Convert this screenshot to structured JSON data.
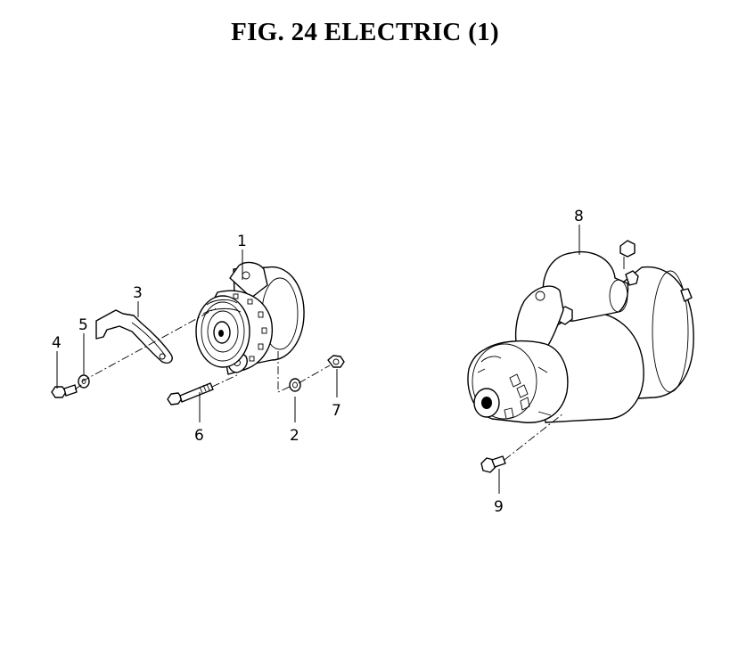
{
  "figure": {
    "title": "FIG. 24  ELECTRIC (1)"
  },
  "callouts": [
    {
      "id": "1",
      "label": "1"
    },
    {
      "id": "2",
      "label": "2"
    },
    {
      "id": "3",
      "label": "3"
    },
    {
      "id": "4",
      "label": "4"
    },
    {
      "id": "5",
      "label": "5"
    },
    {
      "id": "6",
      "label": "6"
    },
    {
      "id": "7",
      "label": "7"
    },
    {
      "id": "8",
      "label": "8"
    },
    {
      "id": "9",
      "label": "9"
    }
  ],
  "parts": [
    {
      "id": "alternator",
      "icon": "alternator-icon"
    },
    {
      "id": "starter",
      "icon": "starter-motor-icon"
    }
  ]
}
